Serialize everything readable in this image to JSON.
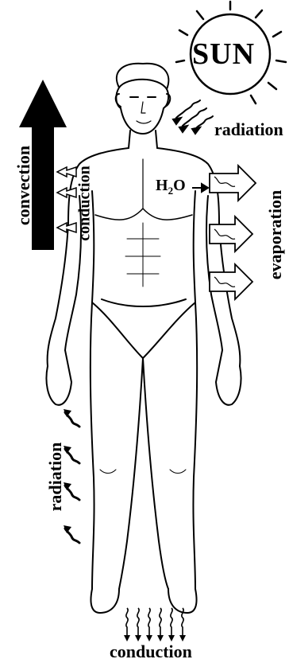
{
  "labels": {
    "sun": "SUN",
    "radiation_sun": "radiation",
    "water_prefix": "H",
    "water_sub": "2",
    "water_suffix": "O",
    "convection": "convection",
    "conduction_side": "conduction",
    "evaporation": "evaporation",
    "radiation_body": "radiation",
    "conduction_feet": "conduction"
  },
  "colors": {
    "ink": "#000000",
    "arrow_fill": "#ffffff",
    "background": "#ffffff"
  }
}
